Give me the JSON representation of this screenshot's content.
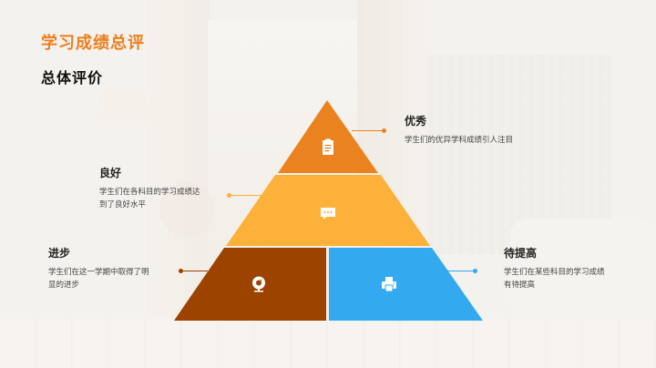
{
  "slide": {
    "title": "学习成绩总评",
    "subtitle": "总体评价"
  },
  "colors": {
    "title": "#ec7f1f",
    "top": "#ea8220",
    "middle": "#fdb13a",
    "bottom_left": "#9c4300",
    "bottom_right": "#33a9ef"
  },
  "pyramid": {
    "levels": [
      {
        "id": "top",
        "icon": "clipboard-icon",
        "heading": "优秀",
        "description": "学生们的优异学科成绩引人注目"
      },
      {
        "id": "middle",
        "icon": "chat-bubble-icon",
        "heading": "良好",
        "description": "学生们在各科目的学习成绩达到了良好水平"
      },
      {
        "id": "bottom_left",
        "icon": "webcam-icon",
        "heading": "进步",
        "description": "学生们在这一学期中取得了明显的进步"
      },
      {
        "id": "bottom_right",
        "icon": "printer-icon",
        "heading": "待提高",
        "description": "学生们在某些科目的学习成绩有待提高"
      }
    ]
  }
}
